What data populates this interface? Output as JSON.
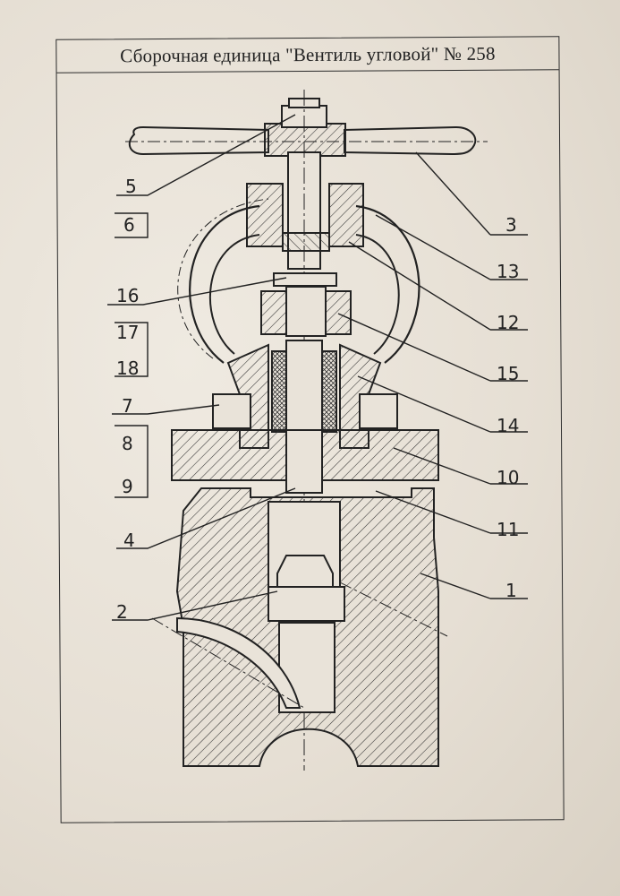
{
  "title": "Сборочная единица \"Вентиль угловой\" № 258",
  "labels": {
    "p1": "1",
    "p2": "2",
    "p3": "3",
    "p4": "4",
    "p5": "5",
    "p6": "6",
    "p7": "7",
    "p8": "8",
    "p9": "9",
    "p10": "10",
    "p11": "11",
    "p12": "12",
    "p13": "13",
    "p14": "14",
    "p15": "15",
    "p16": "16",
    "p17": "17",
    "p18": "18"
  }
}
